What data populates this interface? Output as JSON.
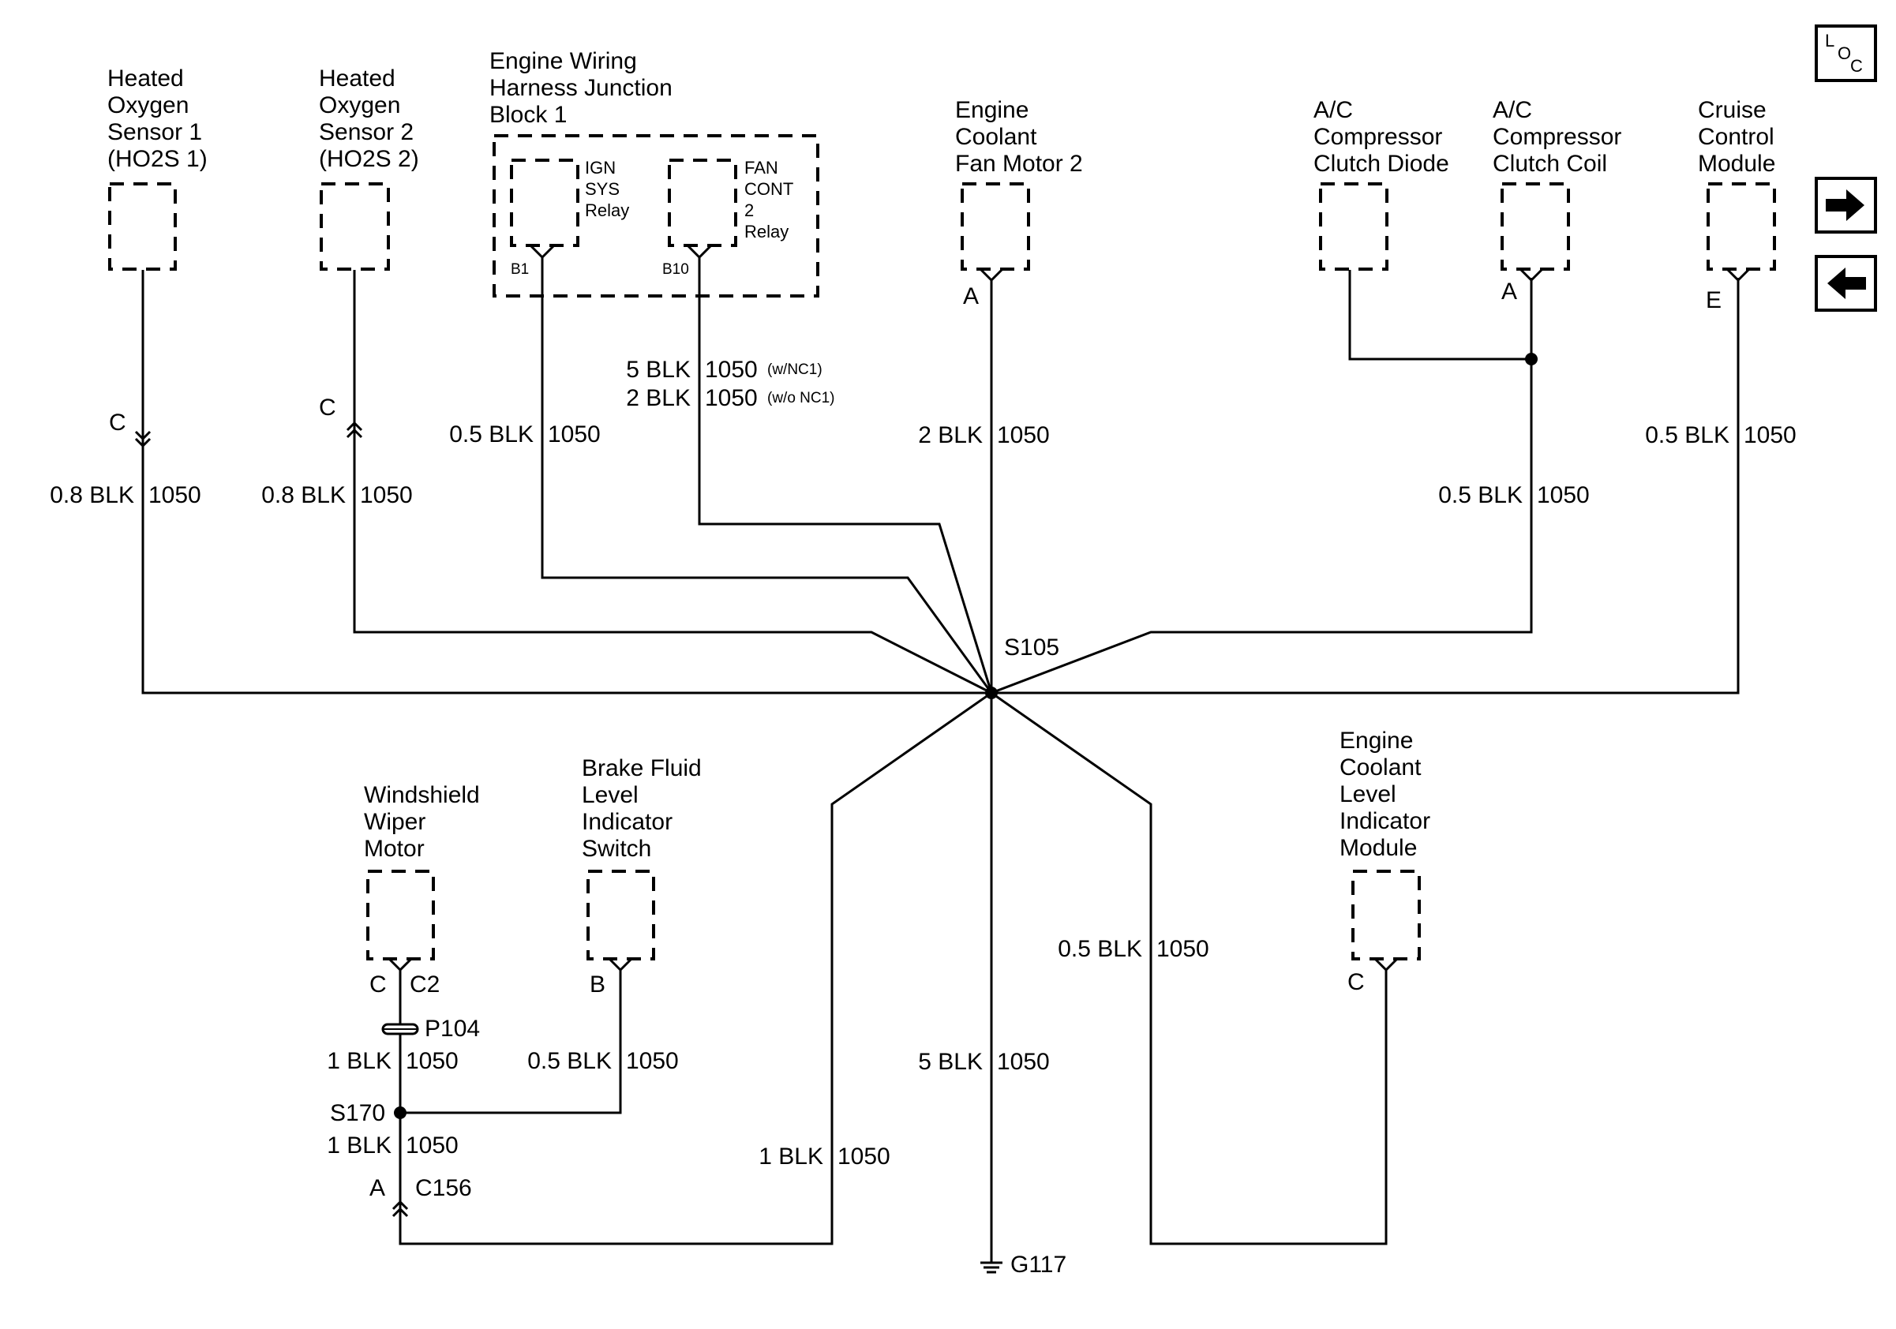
{
  "colors": {
    "ink": "#000000",
    "background": "#ffffff"
  },
  "icons": {
    "loc": "loc-icon",
    "next": "arrow-right-icon",
    "prev": "arrow-left-icon",
    "ground": "ground-icon"
  },
  "nav": {
    "loc_l": "L",
    "loc_o": "O",
    "loc_c": "C"
  },
  "components": {
    "ho2s1": {
      "lines": [
        "Heated",
        "Oxygen",
        "Sensor 1",
        "(HO2S 1)"
      ]
    },
    "ho2s2": {
      "lines": [
        "Heated",
        "Oxygen",
        "Sensor 2",
        "(HO2S 2)"
      ]
    },
    "junction": {
      "lines": [
        "Engine Wiring",
        "Harness Junction",
        "Block 1"
      ],
      "ign_relay": [
        "IGN",
        "SYS",
        "Relay"
      ],
      "fan_relay": [
        "FAN",
        "CONT",
        "2",
        "Relay"
      ]
    },
    "fan_motor": {
      "lines": [
        "Engine",
        "Coolant",
        "Fan Motor 2"
      ]
    },
    "ac_diode": {
      "lines": [
        "A/C",
        "Compressor",
        "Clutch Diode"
      ]
    },
    "ac_coil": {
      "lines": [
        "A/C",
        "Compressor",
        "Clutch Coil"
      ]
    },
    "cruise": {
      "lines": [
        "Cruise",
        "Control",
        "Module"
      ]
    },
    "wiper": {
      "lines": [
        "Windshield",
        "Wiper",
        "Motor"
      ]
    },
    "brake": {
      "lines": [
        "Brake Fluid",
        "Level",
        "Indicator",
        "Switch"
      ]
    },
    "coolant_level": {
      "lines": [
        "Engine",
        "Coolant",
        "Level",
        "Indicator",
        "Module"
      ]
    }
  },
  "pins": {
    "ho2s1": "C",
    "ho2s2": "C",
    "b1": "B1",
    "b10": "B10",
    "fan_motor": "A",
    "ac_coil": "A",
    "cruise": "E",
    "wiper": "C",
    "brake": "B",
    "coolant_level": "C",
    "c156": "A"
  },
  "connectors": {
    "c2": "C2",
    "p104": "P104",
    "c156": "C156"
  },
  "splices": {
    "s105": "S105",
    "s170": "S170"
  },
  "ground": {
    "g117": "G117"
  },
  "wires": {
    "ho2s1": {
      "gauge": "0.8 BLK",
      "circuit": "1050"
    },
    "ho2s2": {
      "gauge": "0.8 BLK",
      "circuit": "1050"
    },
    "ign": {
      "gauge": "0.5 BLK",
      "circuit": "1050"
    },
    "fan_nc1": {
      "gauge": "5 BLK",
      "circuit": "1050",
      "note": "(w/NC1)"
    },
    "fan_no_nc1": {
      "gauge": "2 BLK",
      "circuit": "1050",
      "note": "(w/o NC1)"
    },
    "fan_motor": {
      "gauge": "2 BLK",
      "circuit": "1050"
    },
    "ac_coil": {
      "gauge": "0.5 BLK",
      "circuit": "1050"
    },
    "cruise": {
      "gauge": "0.5 BLK",
      "circuit": "1050"
    },
    "coolant_level": {
      "gauge": "0.5 BLK",
      "circuit": "1050"
    },
    "ground": {
      "gauge": "5 BLK",
      "circuit": "1050"
    },
    "c156_return": {
      "gauge": "1 BLK",
      "circuit": "1050"
    },
    "wiper_upper": {
      "gauge": "1 BLK",
      "circuit": "1050"
    },
    "wiper_lower": {
      "gauge": "1 BLK",
      "circuit": "1050"
    },
    "brake": {
      "gauge": "0.5 BLK",
      "circuit": "1050"
    }
  }
}
